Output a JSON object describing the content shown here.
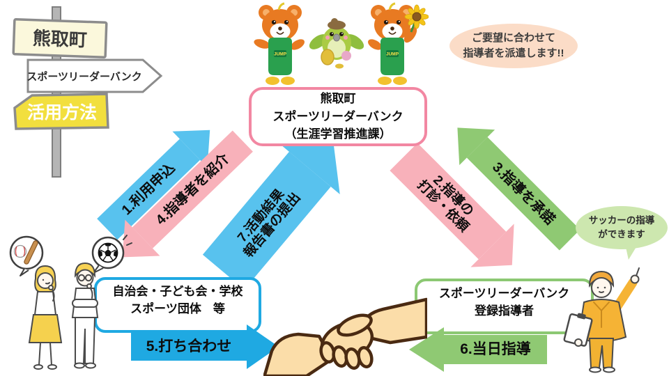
{
  "signpost": {
    "top": "熊取町",
    "middle": "スポーツリーダーバンク",
    "bottom": "活用方法"
  },
  "center_box": {
    "line1": "熊取町",
    "line2": "スポーツリーダーバンク",
    "line3": "（生涯学習推進課）"
  },
  "dispatch_bubble": {
    "line1": "ご要望に合わせて",
    "line2": "指導者を派遣します!!"
  },
  "coach_bubble": {
    "line1": "サッカーの指導",
    "line2": "ができます"
  },
  "left_box": {
    "line1": "自治会・子ども会・学校",
    "line2": "スポーツ団体　等"
  },
  "right_box": {
    "line1": "スポーツリーダーバンク",
    "line2": "登録指導者"
  },
  "steps": {
    "s1": "1.利用申込",
    "s2a": "2.指導の",
    "s2b": "打診・依頼",
    "s3": "3.指導を承諾",
    "s4": "4.指導者を紹介",
    "s5": "5.打ち合わせ",
    "s6": "6.当日指導",
    "s7a": "7.活動結果",
    "s7b": "報告書の提出"
  },
  "mascots": {
    "badge": "JUMP"
  },
  "colors": {
    "arrow_blue_light": "#58C2EE",
    "arrow_blue": "#1FA9E2",
    "arrow_pink": "#F8B1BA",
    "arrow_green": "#8FC973",
    "center_box_border": "#F287A2",
    "left_box_border": "#1FA9E2",
    "right_box_border": "#8CC873",
    "dispatch_bubble_bg": "#FBDCC7",
    "coach_bubble_bg": "#CDE7AF",
    "sign_yellow": "#F2DF3E",
    "sign_cream": "#FBF8DC"
  }
}
